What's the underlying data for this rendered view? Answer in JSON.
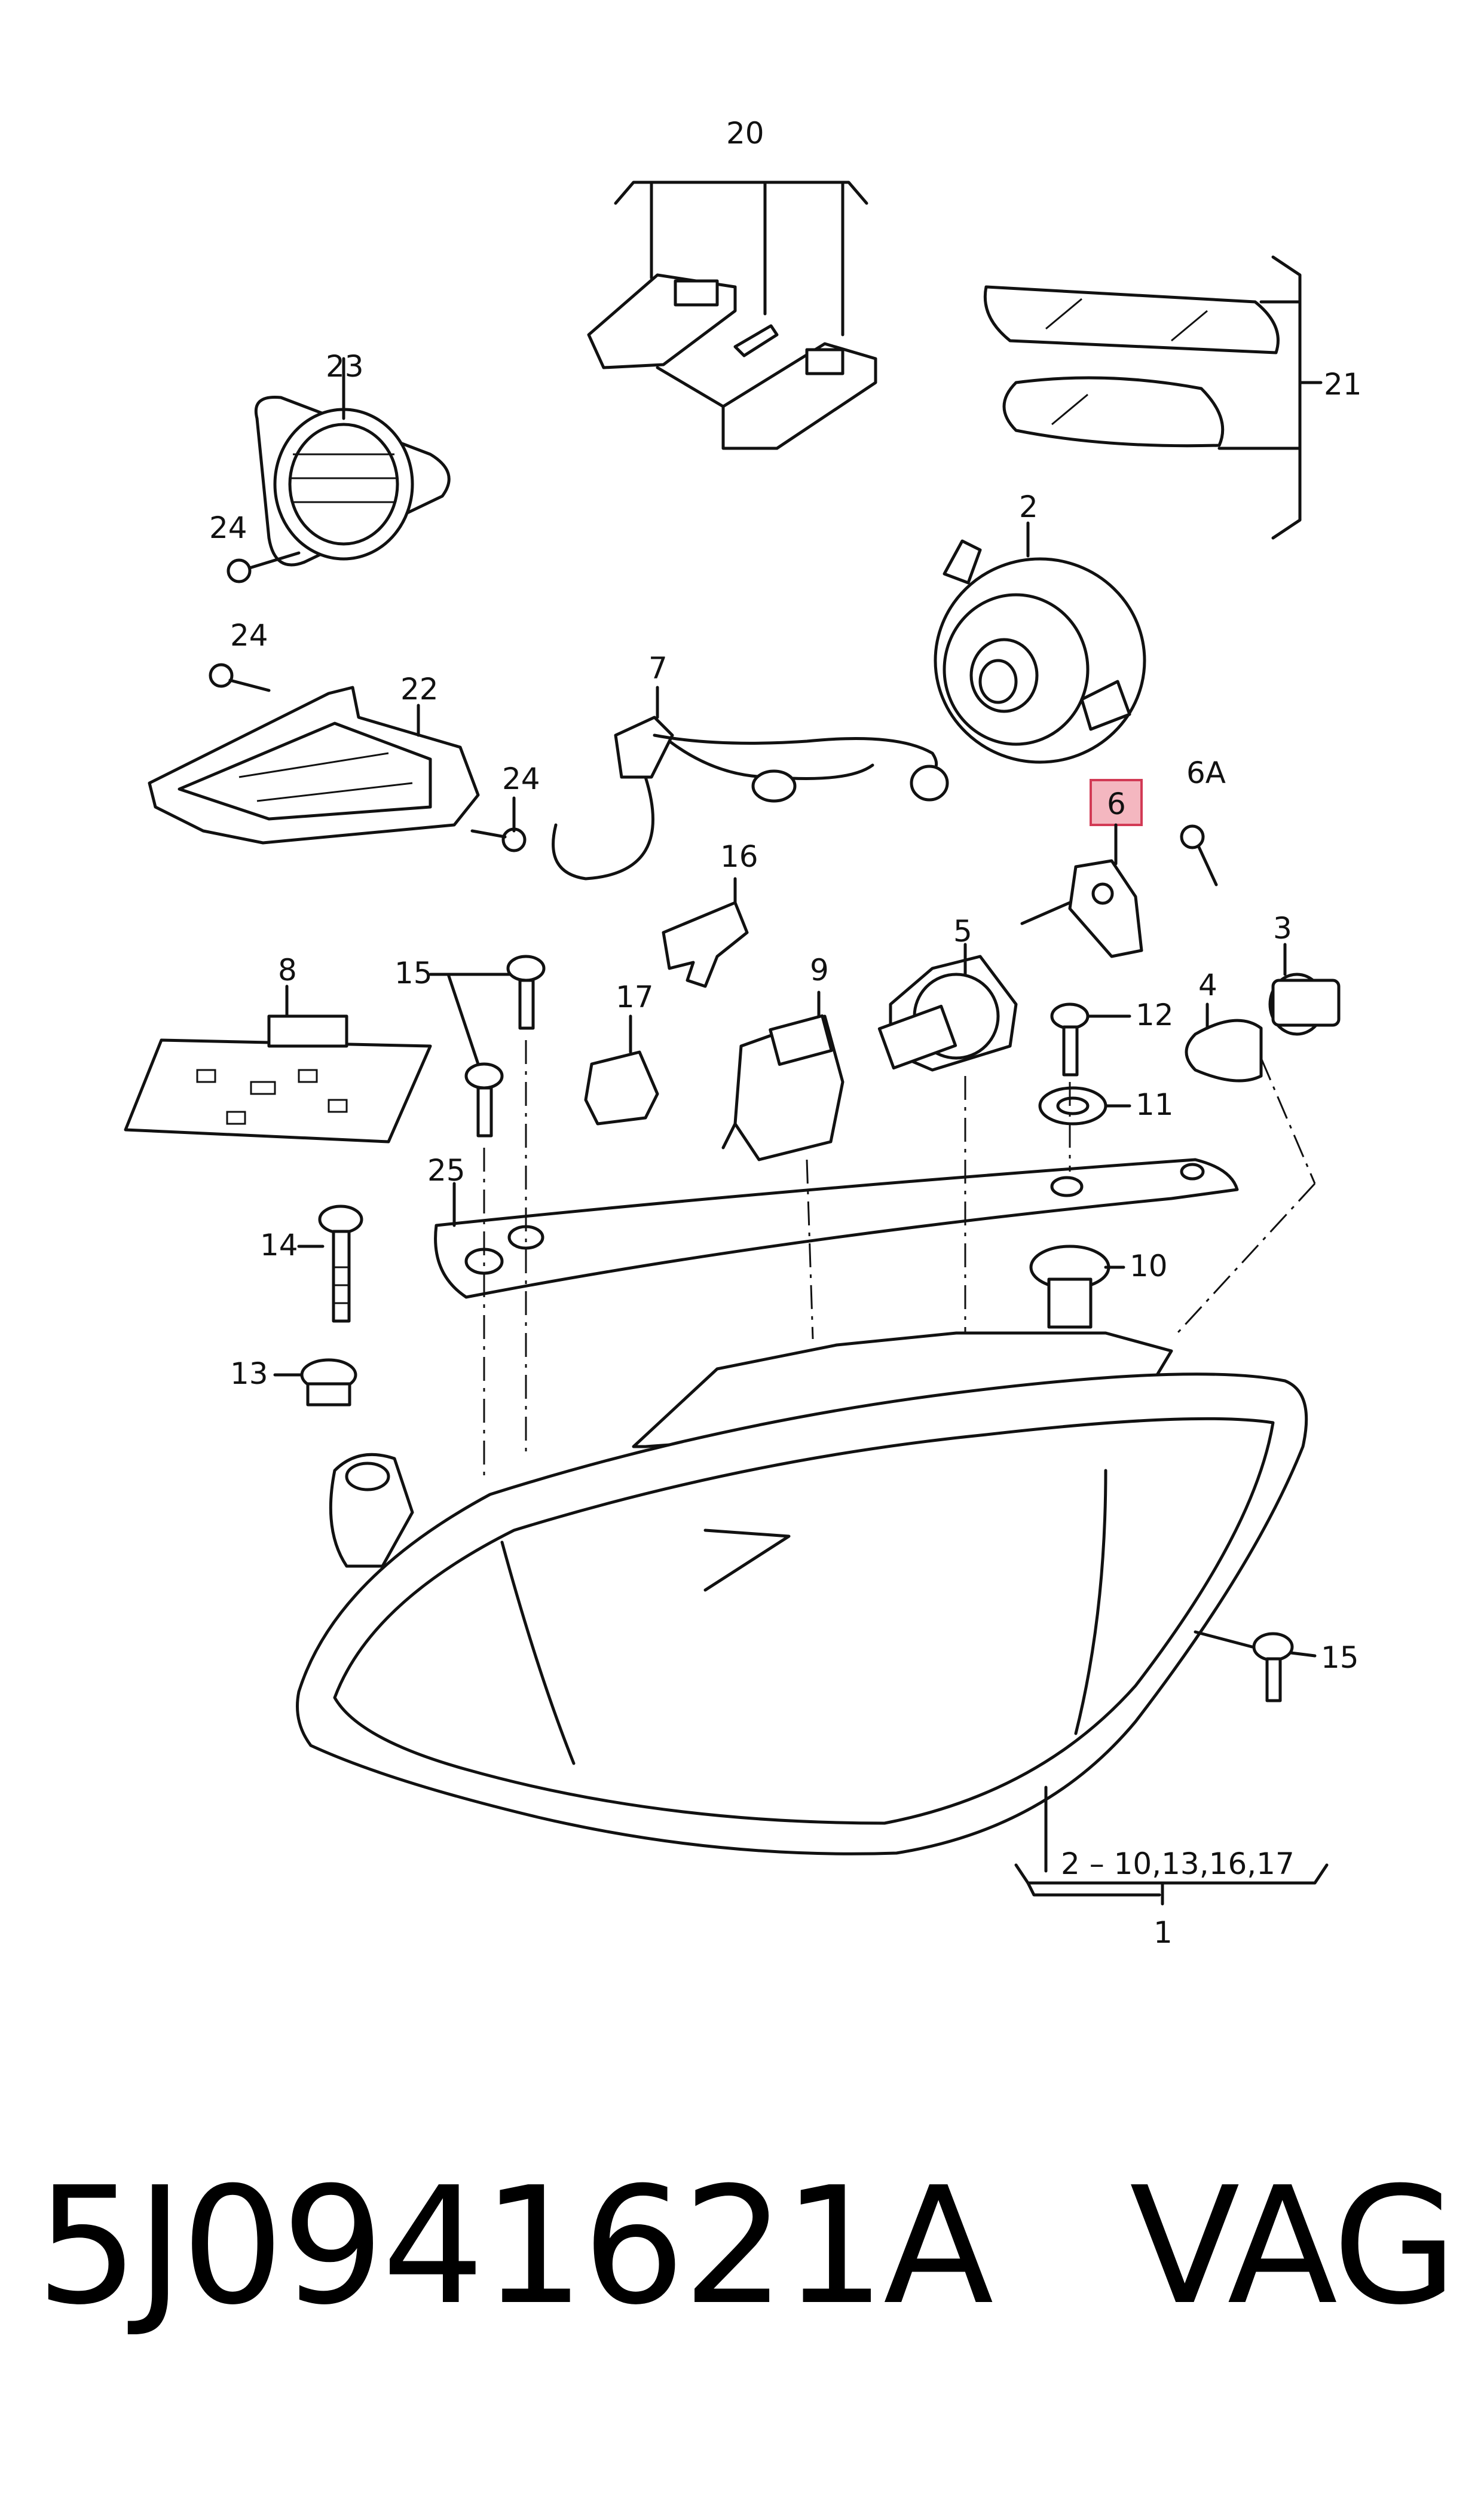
{
  "labels": {
    "l20": "20",
    "l21": "21",
    "l23": "23",
    "l24a": "24",
    "l24b": "24",
    "l24c": "24",
    "l2": "2",
    "l22": "22",
    "l7": "7",
    "l6": "6",
    "l6A": "6A",
    "l16": "16",
    "l5": "5",
    "l3": "3",
    "l8": "8",
    "l15a": "15",
    "l17": "17",
    "l9": "9",
    "l4": "4",
    "l12": "12",
    "l11": "11",
    "l25": "25",
    "l14": "14",
    "l10": "10",
    "l13": "13",
    "l15b": "15",
    "lrange": "2 –  10,13,16,17",
    "l1": "1"
  },
  "footer": {
    "part_number": "5J0941621A",
    "brand": "VAG"
  },
  "colors": {
    "highlight_fill": "#f4b7c0",
    "highlight_stroke": "#d23a55",
    "line": "#111111"
  }
}
